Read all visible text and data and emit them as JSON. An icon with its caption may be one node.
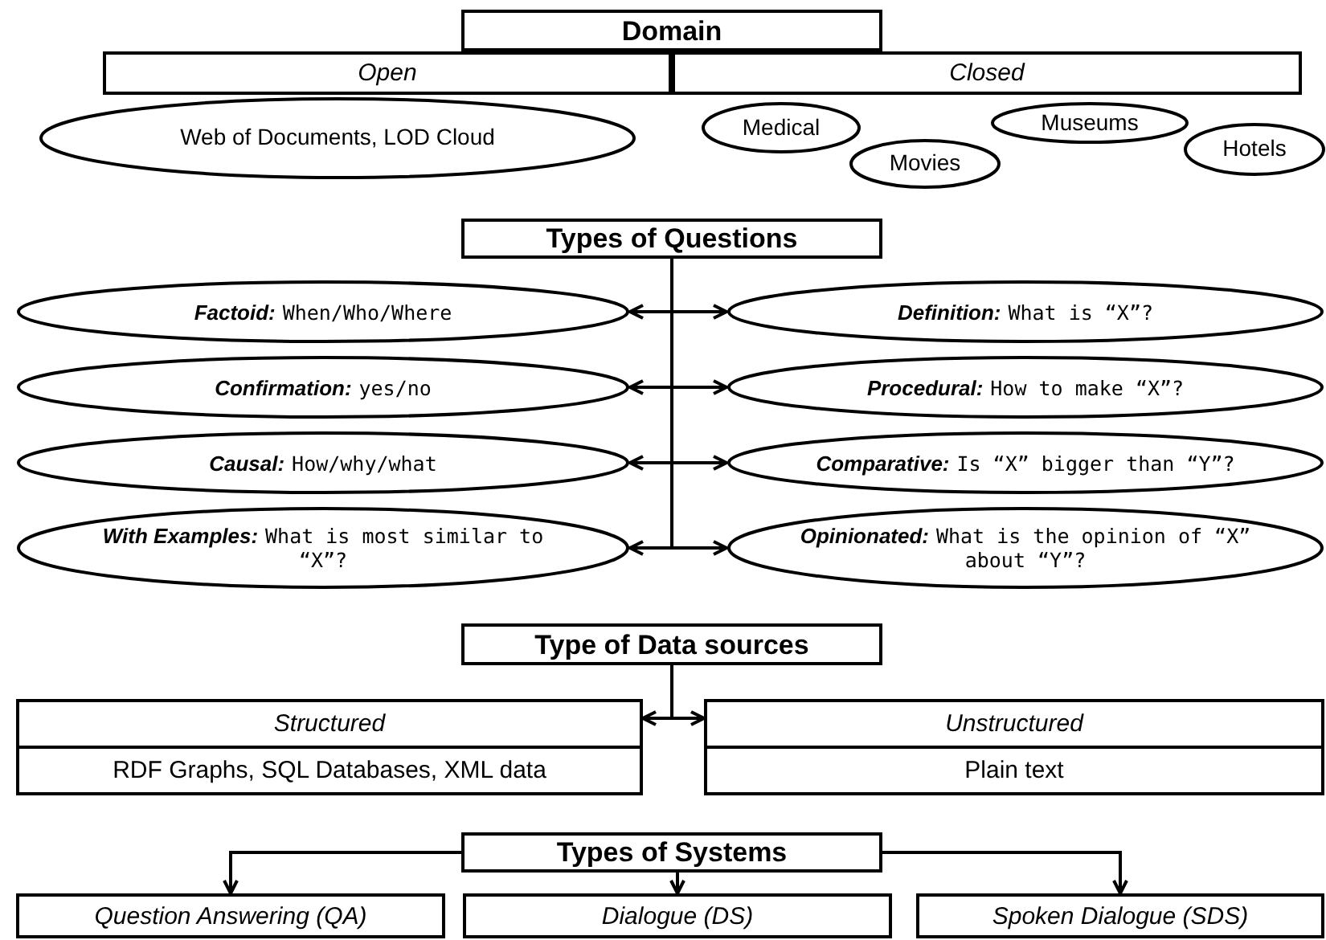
{
  "diagram": {
    "nodes": [
      {
        "text": [
          "Domain"
        ]
      },
      {
        "text": [
          "Open"
        ]
      },
      {
        "text": [
          "Closed"
        ]
      },
      {
        "text": [
          "Web of Documents, LOD Cloud"
        ]
      },
      {
        "text": [
          "Medical"
        ]
      },
      {
        "text": [
          "Movies"
        ]
      },
      {
        "text": [
          "Museums"
        ]
      },
      {
        "text": [
          "Hotels"
        ]
      },
      {
        "text": [
          "Types of Questions"
        ]
      },
      {
        "text": [
          "Factoid:",
          "When/Who/Where"
        ]
      },
      {
        "text": [
          "Definition:",
          "What is “X”?"
        ]
      },
      {
        "text": [
          "Confirmation:",
          "yes/no"
        ]
      },
      {
        "text": [
          "Procedural:",
          "How to make “X”?"
        ]
      },
      {
        "text": [
          "Causal:",
          "How/why/what"
        ]
      },
      {
        "text": [
          "Comparative:",
          "Is “X” bigger than “Y”?"
        ]
      },
      {
        "text": [
          "With Examples:",
          "What is most similar to “X”?"
        ]
      },
      {
        "text": [
          "Opinionated:",
          "What is the opinion of “X” about “Y”?"
        ]
      },
      {
        "text": [
          "Type of Data sources"
        ]
      },
      {
        "text": [
          "Structured",
          "RDF Graphs, SQL Databases, XML data"
        ]
      },
      {
        "text": [
          "Unstructured",
          "Plain text"
        ]
      },
      {
        "text": [
          "Types of Systems"
        ]
      },
      {
        "text": [
          "Question Answering (QA)"
        ]
      },
      {
        "text": [
          "Dialogue (DS)"
        ]
      },
      {
        "text": [
          "Spoken Dialogue (SDS)"
        ]
      }
    ],
    "edges": [
      {
        "from": 8,
        "to": 9,
        "arrow": "to"
      },
      {
        "from": 8,
        "to": 10,
        "arrow": "to"
      },
      {
        "from": 8,
        "to": 11,
        "arrow": "to"
      },
      {
        "from": 8,
        "to": 12,
        "arrow": "to"
      },
      {
        "from": 8,
        "to": 13,
        "arrow": "to"
      },
      {
        "from": 8,
        "to": 14,
        "arrow": "to"
      },
      {
        "from": 8,
        "to": 15,
        "arrow": "to"
      },
      {
        "from": 8,
        "to": 16,
        "arrow": "to"
      },
      {
        "from": 17,
        "to": 18,
        "arrow": "to"
      },
      {
        "from": 17,
        "to": 19,
        "arrow": "to"
      },
      {
        "from": 20,
        "to": 21,
        "arrow": "to"
      },
      {
        "from": 20,
        "to": 22,
        "arrow": "to"
      },
      {
        "from": 20,
        "to": 23,
        "arrow": "to"
      }
    ]
  }
}
